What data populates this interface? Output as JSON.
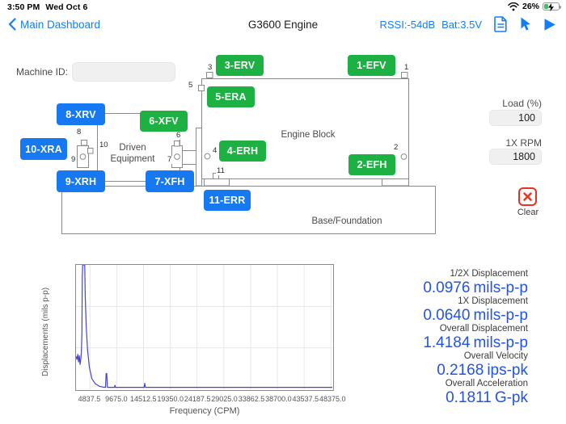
{
  "status_bar": {
    "time": "3:50 PM",
    "date": "Wed Oct 6",
    "battery_percent": "26%"
  },
  "nav": {
    "back_label": "Main Dashboard",
    "title": "G3600 Engine",
    "rssi": "RSSI:-54dB",
    "battery_voltage": "Bat:3.5V"
  },
  "machine": {
    "machine_id_label": "Machine ID:",
    "machine_id_value": ""
  },
  "diagram": {
    "region_labels": {
      "engine_block": "Engine Block",
      "driven_equipment_line1": "Driven",
      "driven_equipment_line2": "Equipment",
      "base": "Base/Foundation"
    },
    "buttons": [
      {
        "label": "1-EFV",
        "status": "measured"
      },
      {
        "label": "2-EFH",
        "status": "measured"
      },
      {
        "label": "3-ERV",
        "status": "measured"
      },
      {
        "label": "4-ERH",
        "status": "measured"
      },
      {
        "label": "5-ERA",
        "status": "measured"
      },
      {
        "label": "6-XFV",
        "status": "measured"
      },
      {
        "label": "7-XFH",
        "status": "pending"
      },
      {
        "label": "8-XRV",
        "status": "pending"
      },
      {
        "label": "9-XRH",
        "status": "pending"
      },
      {
        "label": "10-XRA",
        "status": "pending"
      },
      {
        "label": "11-ERR",
        "status": "pending"
      }
    ],
    "markers": [
      "1",
      "2",
      "3",
      "4",
      "5",
      "6",
      "7",
      "8",
      "9",
      "10",
      "11"
    ]
  },
  "controls": {
    "load_label": "Load (%)",
    "load_value": "100",
    "rpm_label": "1X RPM",
    "rpm_value": "1800",
    "clear_label": "Clear"
  },
  "measurements": [
    {
      "label": "1/2X Displacement",
      "value": "0.0976",
      "unit": "mils-p-p"
    },
    {
      "label": "1X Displacement",
      "value": "0.0640",
      "unit": "mils-p-p"
    },
    {
      "label": "Overall Displacement",
      "value": "1.4184",
      "unit": "mils-p-p"
    },
    {
      "label": "Overall Velocity",
      "value": "0.2168",
      "unit": "ips-pk"
    },
    {
      "label": "Overall Acceleration",
      "value": "0.1811",
      "unit": "G-pk"
    }
  ],
  "chart_data": {
    "type": "line",
    "title": "",
    "xlabel": "Frequency (CPM)",
    "ylabel": "Displacements (mils p-p)",
    "x_ticks": [
      "4837.5",
      "9675.0",
      "14512.5",
      "19350.0",
      "24187.5",
      "29025.0",
      "33862.5",
      "38700.0",
      "43537.5",
      "48375.0"
    ],
    "x_range_cpm": [
      2300,
      48375
    ],
    "grid": "on",
    "legend": "none",
    "notes": "Vibration spectrum: large clipped resonance peak near 1X run speed (~1800-3000 CPM), small peak ~7600 CPM, minor peak ~14500 CPM, flat baseline elsewhere",
    "series": [
      {
        "name": "spectrum",
        "points_frac": [
          [
            0.0,
            0.735
          ],
          [
            0.004,
            0.76
          ],
          [
            0.007,
            0.72
          ],
          [
            0.01,
            0.78
          ],
          [
            0.013,
            0.73
          ],
          [
            0.016,
            0.8
          ],
          [
            0.019,
            0.75
          ],
          [
            0.021,
            0.7
          ],
          [
            0.023,
            0.55
          ],
          [
            0.0245,
            0.1
          ],
          [
            0.026,
            0.0
          ],
          [
            0.034,
            0.0
          ],
          [
            0.036,
            0.25
          ],
          [
            0.04,
            0.5
          ],
          [
            0.045,
            0.68
          ],
          [
            0.052,
            0.82
          ],
          [
            0.062,
            0.915
          ],
          [
            0.075,
            0.955
          ],
          [
            0.09,
            0.975
          ],
          [
            0.105,
            0.982
          ],
          [
            0.115,
            0.985
          ],
          [
            0.1175,
            0.873
          ],
          [
            0.12,
            0.873
          ],
          [
            0.1225,
            0.985
          ],
          [
            0.15,
            0.985
          ],
          [
            0.152,
            0.968
          ],
          [
            0.154,
            0.985
          ],
          [
            0.266,
            0.985
          ],
          [
            0.268,
            0.952
          ],
          [
            0.271,
            0.985
          ],
          [
            1.0,
            0.985
          ]
        ]
      }
    ]
  },
  "colors": {
    "accent_blue": "#157ef2",
    "button_blue": "#1679f2",
    "button_green": "#1db144",
    "value_blue": "#2353e6",
    "clear_red": "#e23323",
    "spectrum_blue": "#4343cf",
    "battery_green": "#35c759"
  }
}
